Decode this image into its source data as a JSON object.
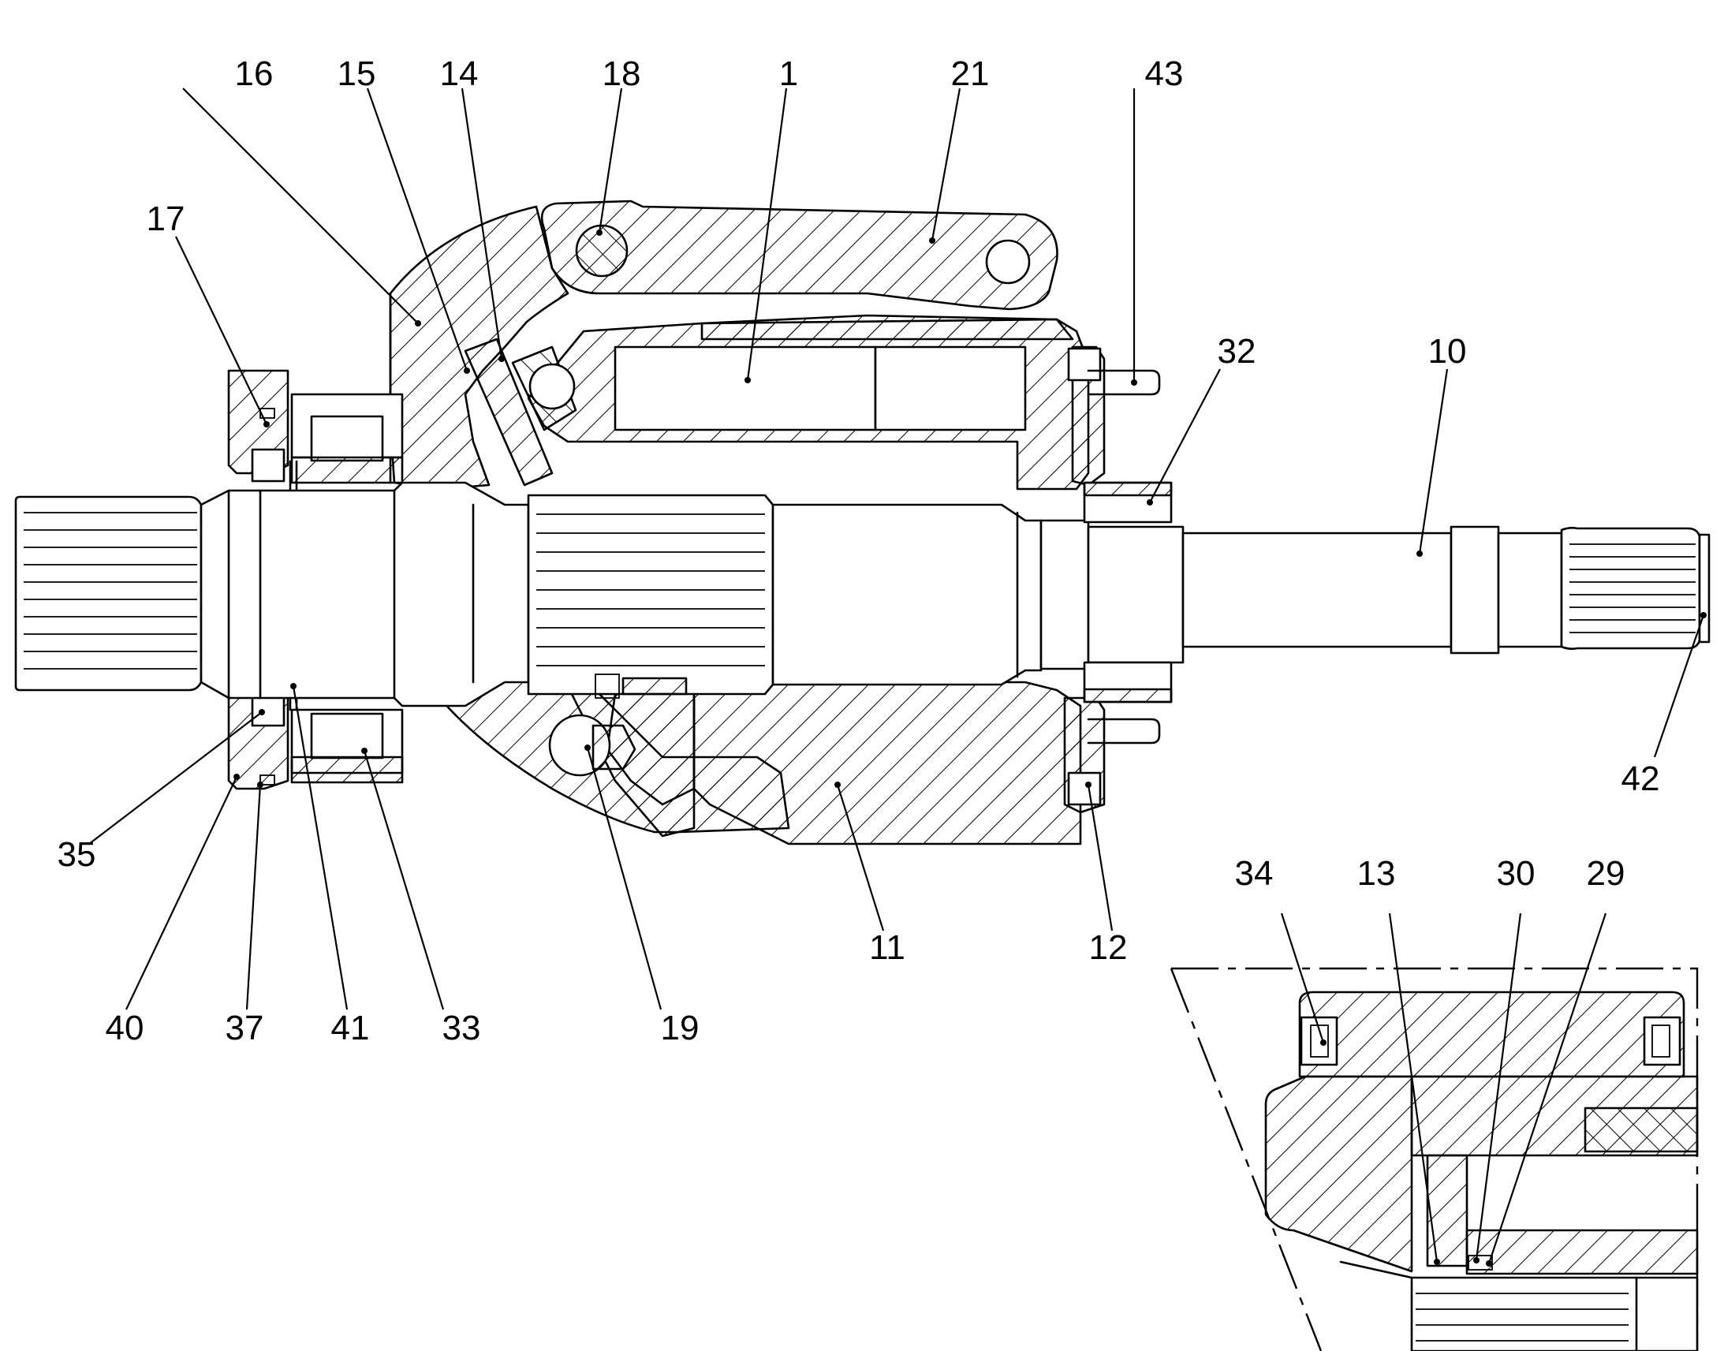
{
  "diagram": {
    "callouts": [
      {
        "id": "c16",
        "text": "16"
      },
      {
        "id": "c15",
        "text": "15"
      },
      {
        "id": "c14",
        "text": "14"
      },
      {
        "id": "c18",
        "text": "18"
      },
      {
        "id": "c1",
        "text": "1"
      },
      {
        "id": "c21",
        "text": "21"
      },
      {
        "id": "c43",
        "text": "43"
      },
      {
        "id": "c17",
        "text": "17"
      },
      {
        "id": "c32",
        "text": "32"
      },
      {
        "id": "c10",
        "text": "10"
      },
      {
        "id": "c42",
        "text": "42"
      },
      {
        "id": "c35",
        "text": "35"
      },
      {
        "id": "c11",
        "text": "11"
      },
      {
        "id": "c12",
        "text": "12"
      },
      {
        "id": "c40",
        "text": "40"
      },
      {
        "id": "c37",
        "text": "37"
      },
      {
        "id": "c41",
        "text": "41"
      },
      {
        "id": "c33",
        "text": "33"
      },
      {
        "id": "c19",
        "text": "19"
      },
      {
        "id": "c34",
        "text": "34"
      },
      {
        "id": "c13",
        "text": "13"
      },
      {
        "id": "c30",
        "text": "30"
      },
      {
        "id": "c29",
        "text": "29"
      }
    ]
  }
}
